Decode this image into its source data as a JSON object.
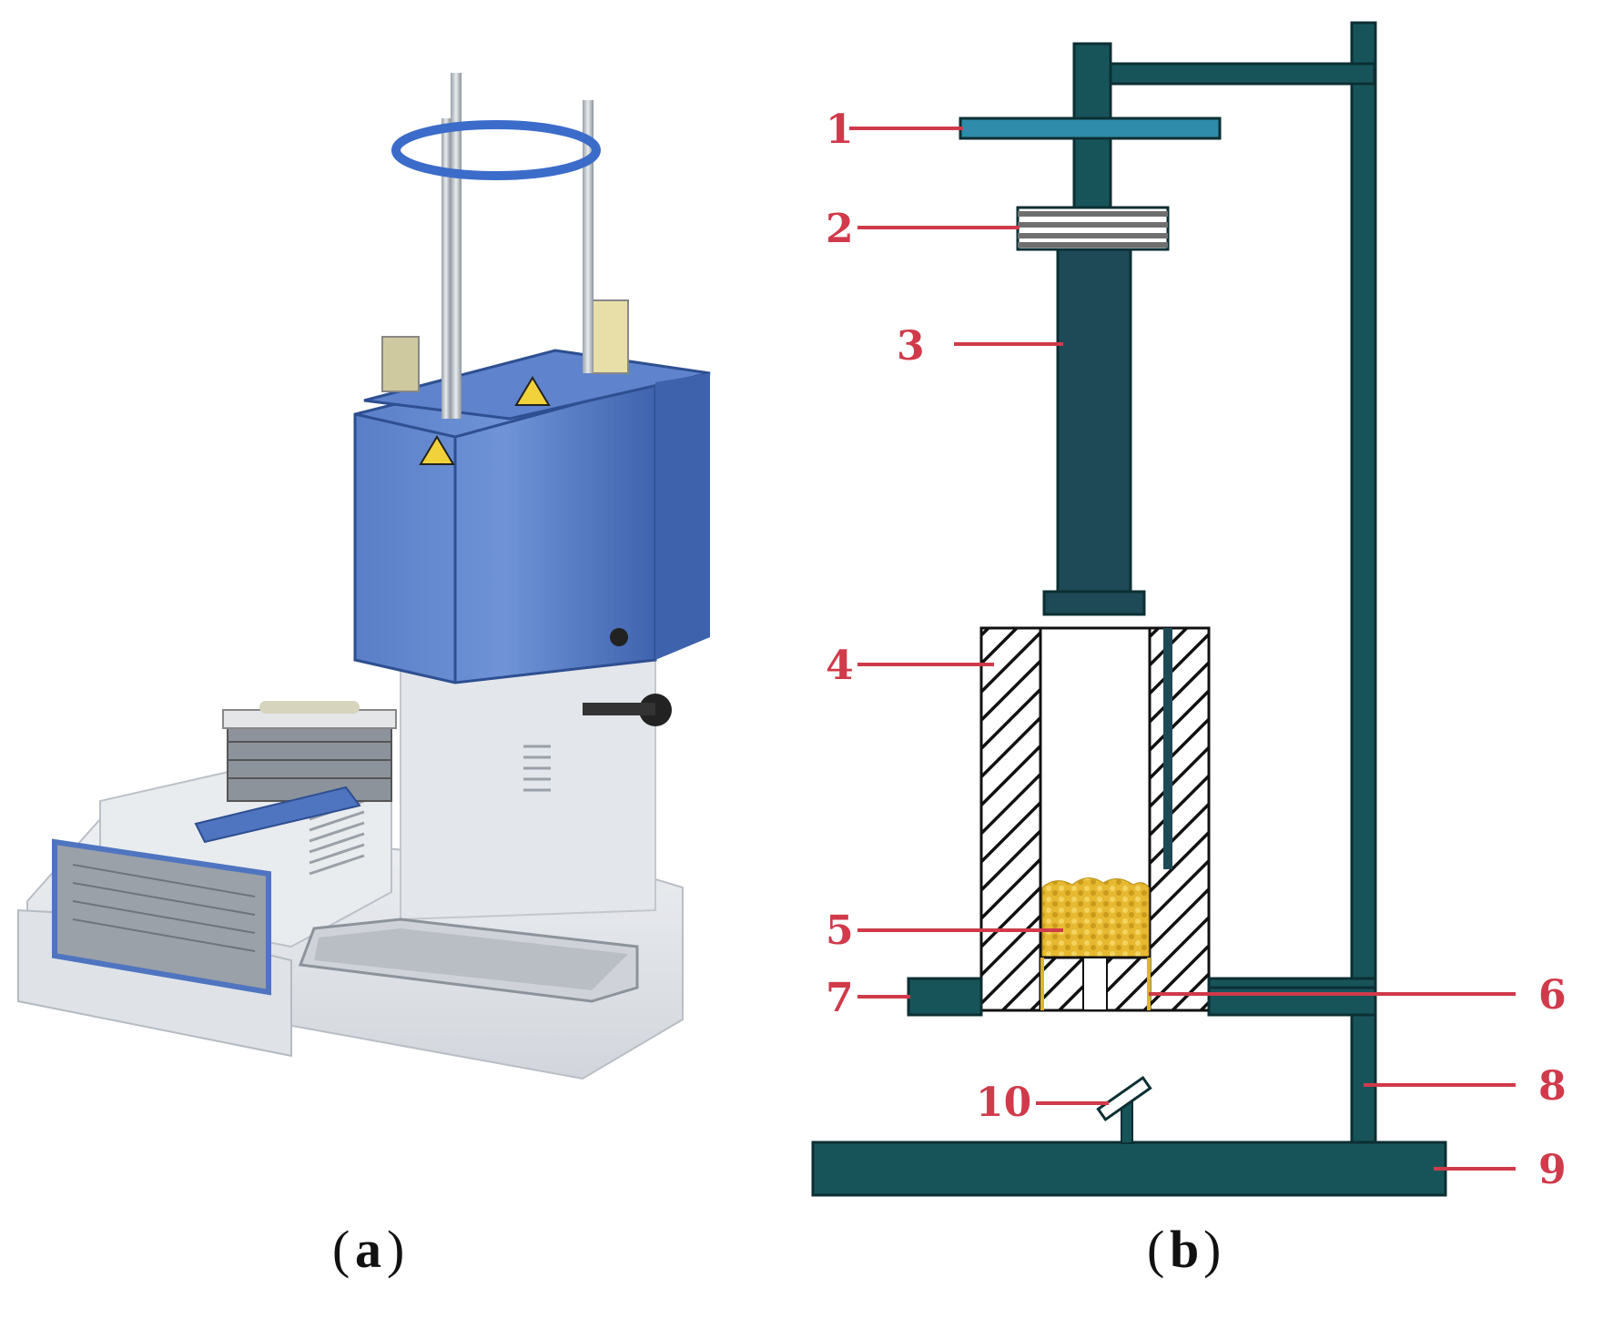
{
  "panel_a": {
    "caption_open": "(",
    "caption_letter": "a",
    "caption_close": ")"
  },
  "panel_b": {
    "caption_open": "(",
    "caption_letter": "b",
    "caption_close": ")",
    "callouts": [
      "1",
      "2",
      "3",
      "4",
      "5",
      "6",
      "7",
      "8",
      "9",
      "10"
    ]
  },
  "colors": {
    "frame": "#17545a",
    "frame_outline": "#0c2f33",
    "plate": "#2f8cab",
    "weight": "#6f6f6f",
    "piston": "#1d4a56",
    "callout": "#d03a4a",
    "granules": "#e0b42a",
    "hatch": "#111111",
    "device_blue": "#4f74c0",
    "device_grey": "#dfe3e8"
  }
}
